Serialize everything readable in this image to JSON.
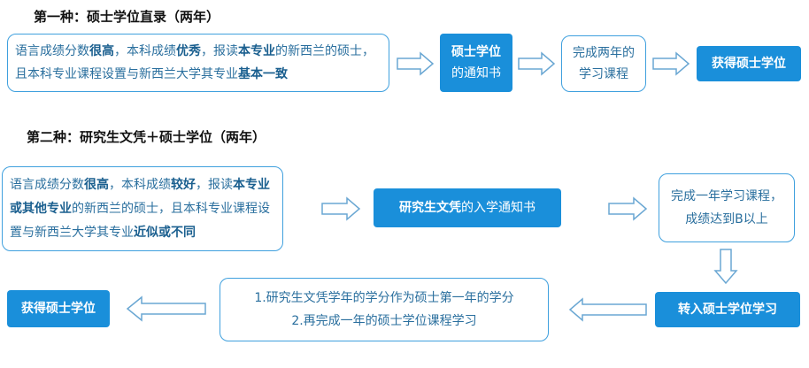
{
  "section1": {
    "title": "第一种：硕士学位直录（两年）",
    "box1": [
      {
        "t": "语言成绩分数",
        "b": false
      },
      {
        "t": "很高",
        "b": true
      },
      {
        "t": "，本科成绩",
        "b": false
      },
      {
        "t": "优秀",
        "b": true
      },
      {
        "t": "，报读",
        "b": false
      },
      {
        "t": "本专业",
        "b": true
      },
      {
        "t": "的新西兰的硕士，且本科专业课程设置与新西兰大学其专业",
        "b": false
      },
      {
        "t": "基本一致",
        "b": true
      }
    ],
    "box2_line1": "硕士学位",
    "box2_line2": "的通知书",
    "box3_line1": "完成两年的",
    "box3_line2": "学习课程",
    "box4": "获得硕士学位"
  },
  "section2": {
    "title": "第二种：研究生文凭＋硕士学位（两年）",
    "box1": [
      {
        "t": "语言成绩分数",
        "b": false
      },
      {
        "t": "很高",
        "b": true
      },
      {
        "t": "，本科成绩",
        "b": false
      },
      {
        "t": "较好",
        "b": true
      },
      {
        "t": "，报读",
        "b": false
      },
      {
        "t": "本专业或其他专业",
        "b": true
      },
      {
        "t": "的新西兰的硕士，且本科专业课程设置与新西兰大学其专业",
        "b": false
      },
      {
        "t": "近似或不同",
        "b": true
      }
    ],
    "box2_bold": "研究生文凭",
    "box2_rest": "的入学通知书",
    "box3_line1": "完成一年学习课程，",
    "box3_line2": "成绩达到B以上",
    "box4": "转入硕士学位学习",
    "box5_line1": "1.研究生文凭学年的学分作为硕士第一年的学分",
    "box5_line2": "2.再完成一年的硕士学位课程学习",
    "box6": "获得硕士学位"
  },
  "colors": {
    "accent": "#1a8fda",
    "border": "#3fa0de",
    "text": "#2a6f9e"
  }
}
